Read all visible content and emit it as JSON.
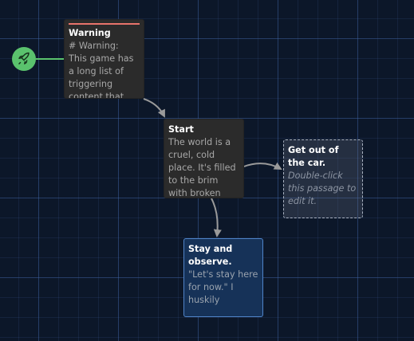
{
  "passages": {
    "warning": {
      "title": "Warning",
      "excerpt": "# Warning: This game has a long list of triggering content that may not be",
      "tag_color": "#e8746b"
    },
    "start": {
      "title": "Start",
      "excerpt": "The world is a cruel, cold place. It's filled to the brim with broken people"
    },
    "get_out": {
      "title": "Get out of the car.",
      "excerpt": "Double-click this passage to edit it."
    },
    "stay": {
      "title": "Stay and observe.",
      "excerpt": "\"Let's stay here for now.\" I huskily"
    }
  },
  "icons": {
    "start_marker": "rocket-icon"
  },
  "colors": {
    "background": "#0c1729",
    "start_marker": "#5ac26d",
    "selected_border": "#4f84c8",
    "link_arrow": "#9a9a9a"
  }
}
